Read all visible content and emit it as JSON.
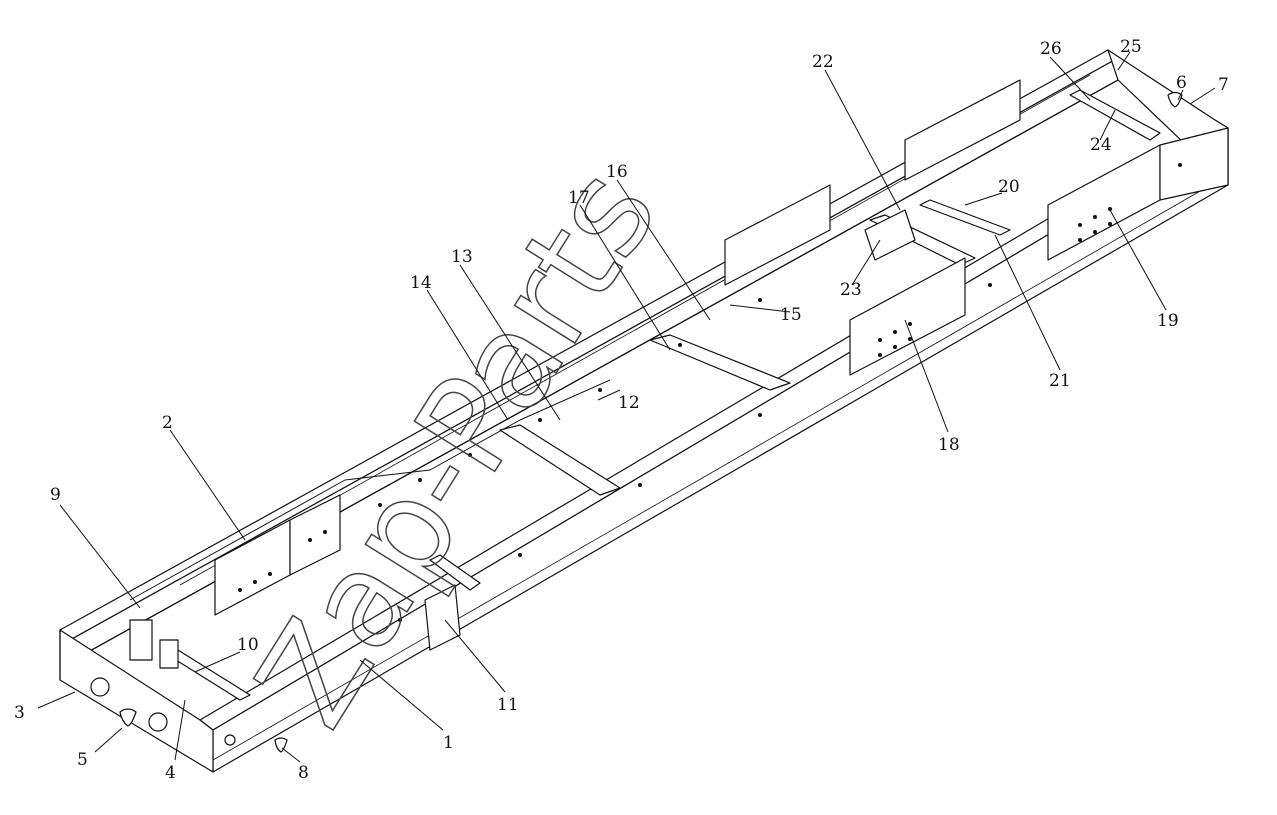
{
  "diagram": {
    "kind": "exploded-line-drawing",
    "watermark_text": "Zap-Parts",
    "callouts": [
      {
        "id": "1",
        "text": "1"
      },
      {
        "id": "2",
        "text": "2"
      },
      {
        "id": "3",
        "text": "3"
      },
      {
        "id": "4",
        "text": "4"
      },
      {
        "id": "5",
        "text": "5"
      },
      {
        "id": "6",
        "text": "6"
      },
      {
        "id": "7",
        "text": "7"
      },
      {
        "id": "8",
        "text": "8"
      },
      {
        "id": "9",
        "text": "9"
      },
      {
        "id": "10",
        "text": "10"
      },
      {
        "id": "11",
        "text": "11"
      },
      {
        "id": "12",
        "text": "12"
      },
      {
        "id": "13",
        "text": "13"
      },
      {
        "id": "14",
        "text": "14"
      },
      {
        "id": "15",
        "text": "15"
      },
      {
        "id": "16",
        "text": "16"
      },
      {
        "id": "17",
        "text": "17"
      },
      {
        "id": "18",
        "text": "18"
      },
      {
        "id": "19",
        "text": "19"
      },
      {
        "id": "20",
        "text": "20"
      },
      {
        "id": "21",
        "text": "21"
      },
      {
        "id": "22",
        "text": "22"
      },
      {
        "id": "23",
        "text": "23"
      },
      {
        "id": "24",
        "text": "24"
      },
      {
        "id": "25",
        "text": "25"
      },
      {
        "id": "26",
        "text": "26"
      }
    ]
  }
}
